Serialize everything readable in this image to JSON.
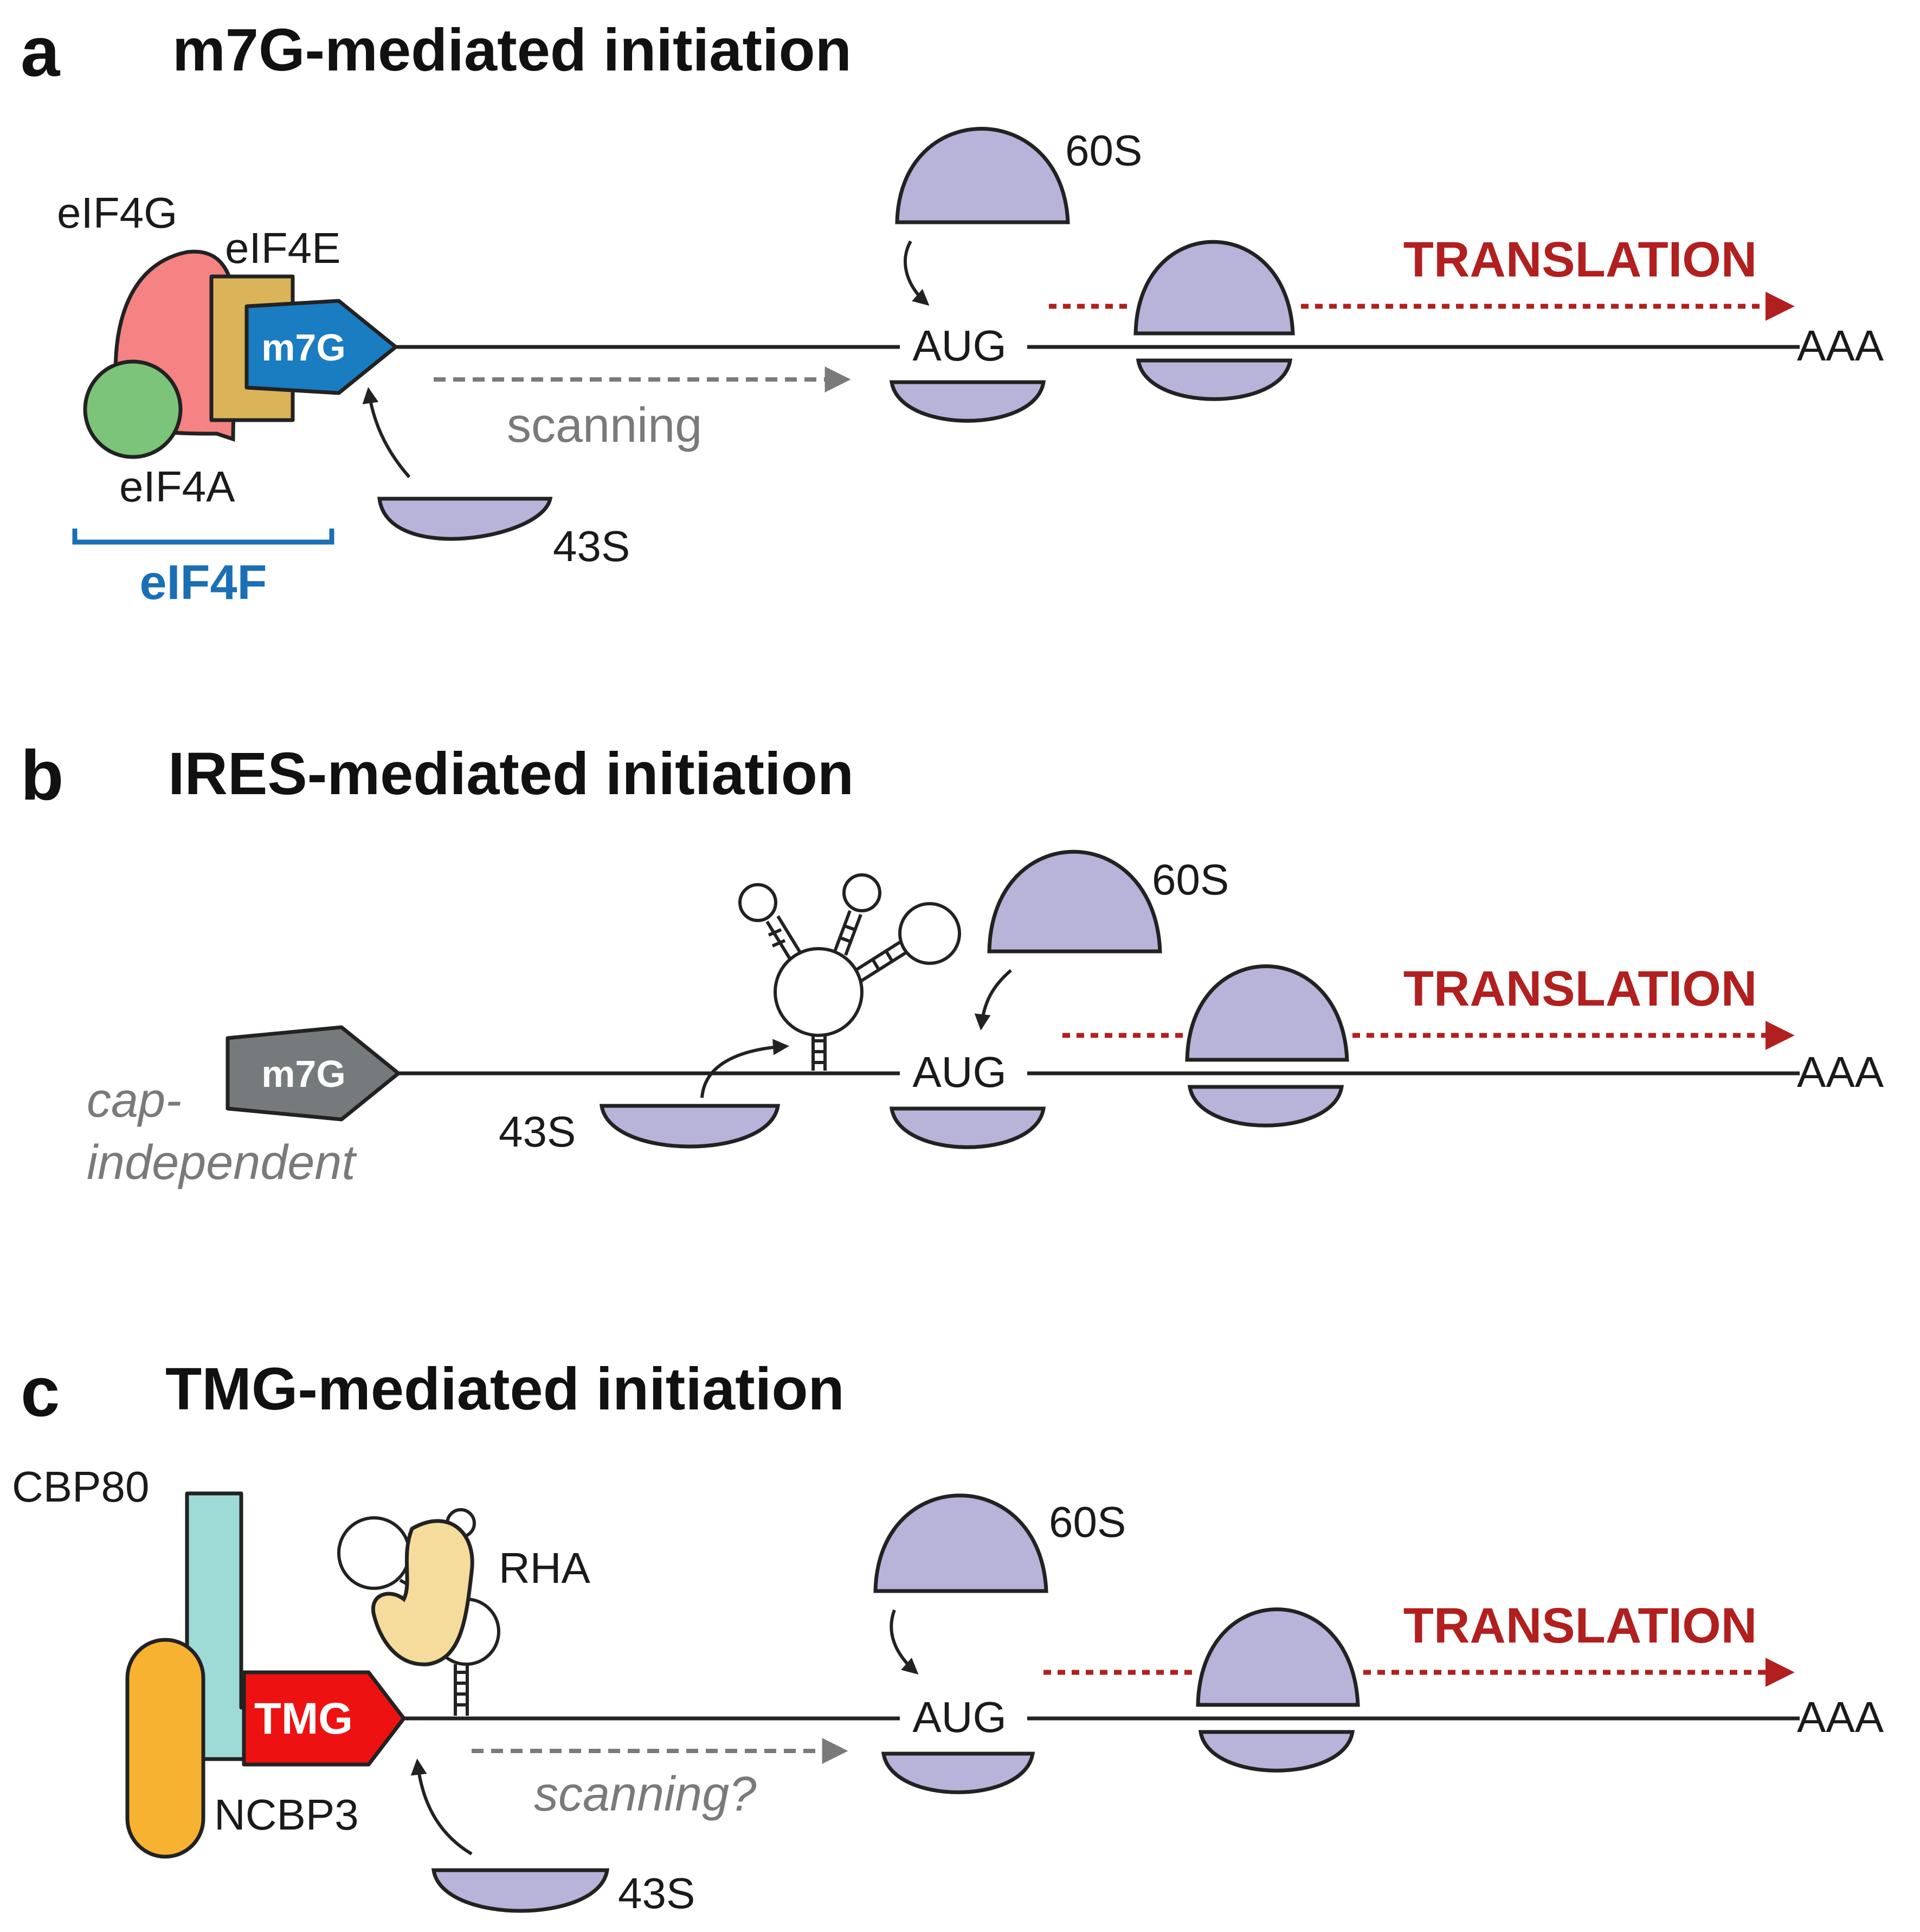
{
  "colors": {
    "ribosome": "#b8b3d9",
    "m7g_cap": "#1a7cc1",
    "m7g_cap_gray": "#757b7c",
    "tmg_cap": "#ee1111",
    "eif4g": "#f58383",
    "eif4e": "#dbb45a",
    "eif4a": "#7cc47a",
    "cbp80": "#f8b232",
    "ncbp3": "#9edbd6",
    "rha": "#f5dc9c",
    "translation": "#b21f1f",
    "scanning": "#7a7a7a",
    "eif4f_bracket": "#1a6fb5"
  },
  "panel_a": {
    "letter": "a",
    "title": "m7G-mediated initiation",
    "cap_label": "m7G",
    "eif4g": "eIF4G",
    "eif4e": "eIF4E",
    "eif4a": "eIF4A",
    "eif4f": "eIF4F",
    "scanning": "scanning",
    "s43": "43S",
    "s60": "60S",
    "aug": "AUG",
    "translation": "TRANSLATION",
    "polya": "AAA"
  },
  "panel_b": {
    "letter": "b",
    "title": "IRES-mediated initiation",
    "cap_label": "m7G",
    "cap_independent_1": "cap-",
    "cap_independent_2": "independent",
    "s43": "43S",
    "s60": "60S",
    "aug": "AUG",
    "translation": "TRANSLATION",
    "polya": "AAA"
  },
  "panel_c": {
    "letter": "c",
    "title": "TMG-mediated initiation",
    "cap_label": "TMG",
    "cbp80": "CBP80",
    "ncbp3": "NCBP3",
    "rha": "RHA",
    "scanning": "scanning?",
    "s43": "43S",
    "s60": "60S",
    "aug": "AUG",
    "translation": "TRANSLATION",
    "polya": "AAA"
  }
}
